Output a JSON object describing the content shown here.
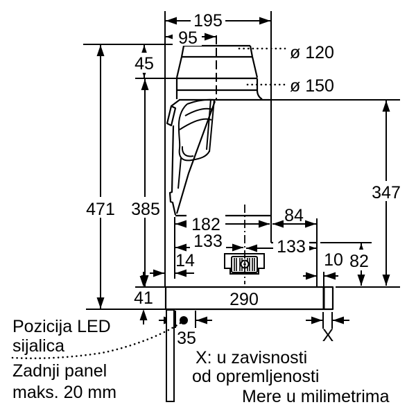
{
  "drawing": {
    "dims": {
      "d195": "195",
      "d95": "95",
      "d45": "45",
      "d471": "471",
      "d385": "385",
      "d347": "347",
      "d182": "182",
      "d84": "84",
      "d133a": "133",
      "d133b": "133",
      "d14": "14",
      "d10": "10",
      "d82": "82",
      "d41": "41",
      "d290": "290",
      "d35": "35",
      "dX": "X",
      "dia120": "ø 120",
      "dia150": "ø 150"
    },
    "notes": {
      "led_line1": "Pozicija LED",
      "led_line2": "sijalica",
      "panel_line1": "Zadnji panel",
      "panel_line2": "maks. 20 mm",
      "x_line1": "X: u zavisnosti",
      "x_line2": "od opremljenosti",
      "units": "Mere u milimetrima"
    }
  }
}
